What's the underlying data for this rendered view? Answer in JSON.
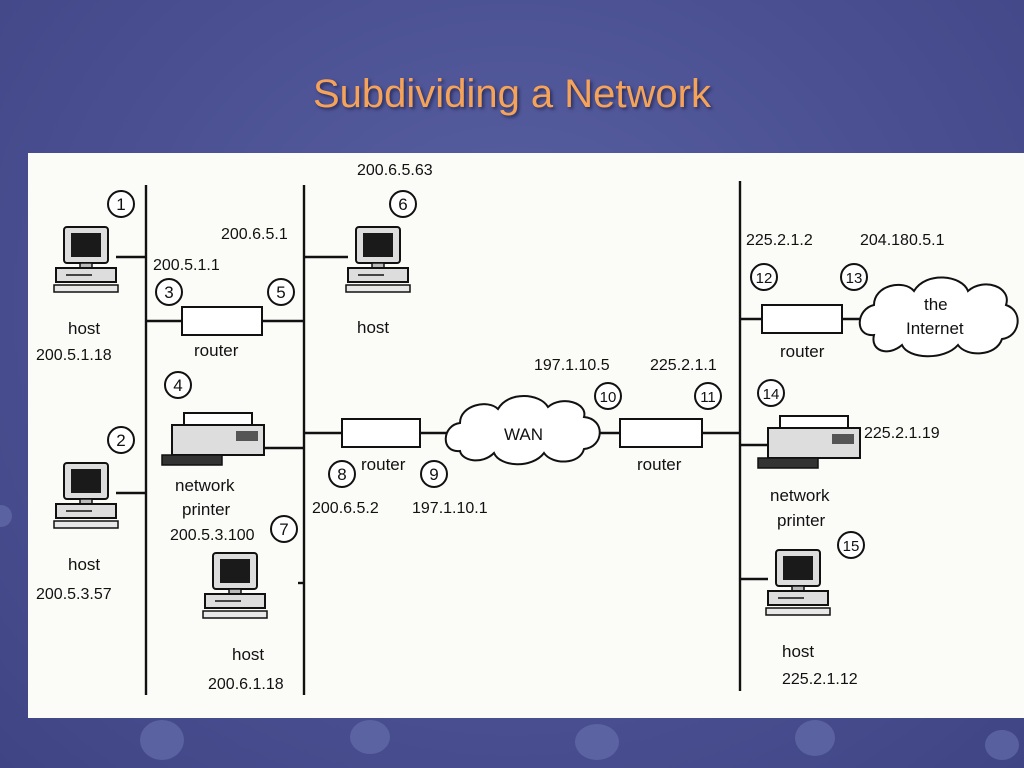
{
  "slide": {
    "title": "Subdividing a Network",
    "background_color": "#4a5092",
    "title_color": "#f6a35a"
  },
  "diagram": {
    "callouts": [
      "1",
      "2",
      "3",
      "4",
      "5",
      "6",
      "7",
      "8",
      "9",
      "10",
      "11",
      "12",
      "13",
      "14",
      "15"
    ],
    "ip_labels": {
      "host_a": "200.5.1.18",
      "host_b": "200.5.3.57",
      "printer_a": "200.5.3.100",
      "router_a_left": "200.5.1.1",
      "router_a_right": "200.6.5.1",
      "host_c": "200.6.5.63",
      "host_d": "200.6.1.18",
      "router_b_left": "200.6.5.2",
      "router_b_right": "197.1.10.1",
      "router_c_left": "197.1.10.5",
      "router_c_right": "225.2.1.1",
      "router_d_left": "225.2.1.2",
      "router_d_right": "204.180.5.1",
      "printer_b": "225.2.1.19",
      "host_e": "225.2.1.12"
    },
    "device_labels": {
      "host": "host",
      "router": "router",
      "network": "network",
      "printer": "printer",
      "wan": "WAN",
      "internet_the": "the",
      "internet": "Internet"
    },
    "icons": [
      "computer-icon",
      "printer-icon",
      "cloud-icon",
      "router-icon"
    ]
  }
}
